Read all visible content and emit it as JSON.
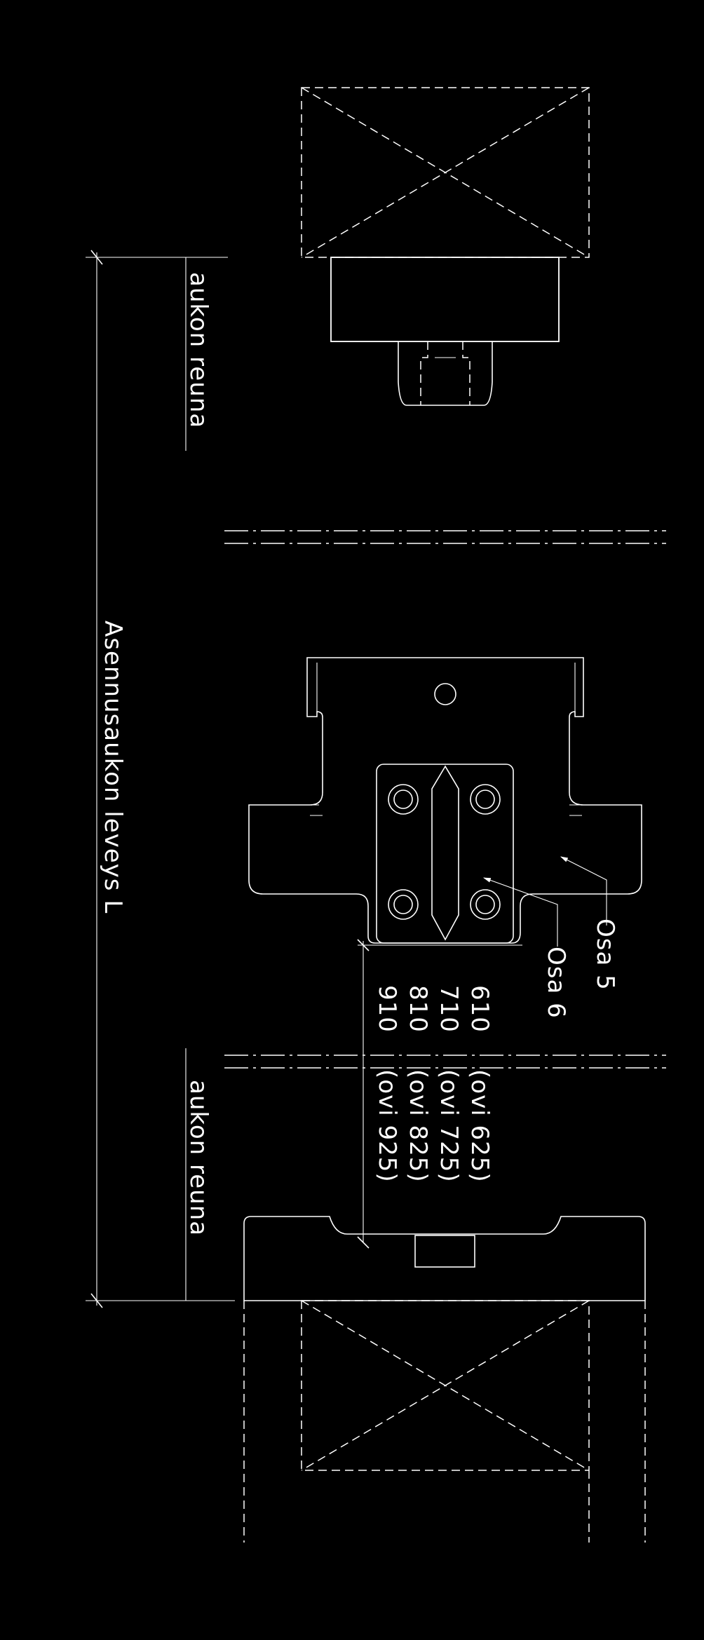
{
  "labels": {
    "edge_top": "aukon  reuna",
    "edge_bottom": "aukon  reuna",
    "opening_width": "Asennusaukon  leveys  L",
    "part5": "Osa  5",
    "part6": "Osa  6"
  },
  "dimensions": [
    {
      "value": "610",
      "door": "(ovi  625)"
    },
    {
      "value": "710",
      "door": "(ovi  725)"
    },
    {
      "value": "810",
      "door": "(ovi  825)"
    },
    {
      "value": "910",
      "door": "(ovi  925)"
    }
  ],
  "colors": {
    "background": "#000000",
    "line": "#ffffff"
  }
}
